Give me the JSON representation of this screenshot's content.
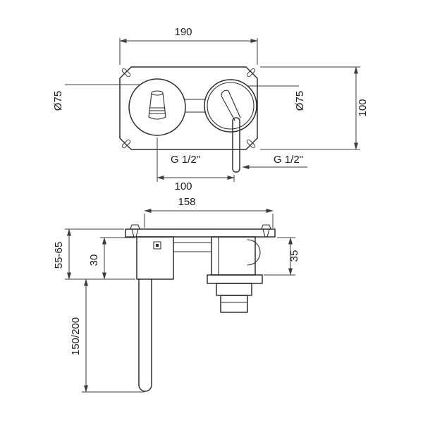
{
  "drawing": {
    "background": "#ffffff",
    "line_color": "#2e2e2e",
    "dimension_line_color": "#3c3c3c",
    "text_color": "#1b1b1b",
    "front_view": {
      "plate_width": "190",
      "left_diameter": "Ø75",
      "right_diameter": "Ø75",
      "plate_height": "100",
      "thread_center": "G 1/2\"",
      "thread_right": "G 1/2\"",
      "hole_spacing": "100"
    },
    "side_view": {
      "body_width": "158",
      "mount_depth": "55-65",
      "trim_depth": "30",
      "valve_height": "35",
      "spout_length": "150/200"
    }
  }
}
